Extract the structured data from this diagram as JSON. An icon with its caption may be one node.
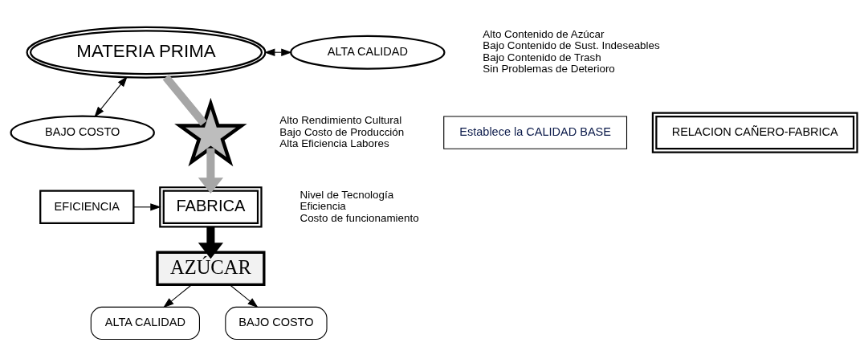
{
  "diagram": {
    "nodes": [
      {
        "text": [
          "MATERIA PRIMA"
        ]
      },
      {
        "text": [
          "ALTA CALIDAD"
        ],
        "beside": [
          "Alto Contenido de Azúcar",
          "Bajo Contenido de Sust. Indeseables",
          "Bajo Contenido de Trash",
          "Sin Problemas de Deterioro"
        ]
      },
      {
        "text": [
          "BAJO COSTO"
        ],
        "beside": [
          "Alto Rendimiento Cultural",
          "Bajo Costo de Producción",
          "Alta Eficiencia Labores"
        ]
      },
      {
        "text": [
          "Establece la CALIDAD BASE"
        ]
      },
      {
        "text": [
          "RELACION CAÑERO-FABRICA"
        ]
      },
      {
        "text": [],
        "shape": "star"
      },
      {
        "text": [
          "FABRICA"
        ]
      },
      {
        "text": [
          "EFICIENCIA"
        ],
        "beside": [
          "Nivel de Tecnología",
          "Eficiencia",
          "Costo de funcionamiento"
        ]
      },
      {
        "text": [
          "AZÚCAR"
        ]
      },
      {
        "text": [
          "ALTA CALIDAD"
        ]
      },
      {
        "text": [
          "BAJO COSTO"
        ]
      }
    ],
    "edges": [
      {
        "from": 0,
        "to": 1,
        "arrow": "both"
      },
      {
        "from": 0,
        "to": 2,
        "arrow": "both"
      },
      {
        "from": 0,
        "to": 5,
        "arrow": "none",
        "style": "thick",
        "color": "#a6a6a6"
      },
      {
        "from": 5,
        "to": 6,
        "arrow": "to",
        "style": "thick",
        "color": "#a6a6a6"
      },
      {
        "from": 7,
        "to": 6,
        "arrow": "to"
      },
      {
        "from": 6,
        "to": 8,
        "arrow": "to",
        "style": "thick"
      },
      {
        "from": 8,
        "to": 9,
        "arrow": "to"
      },
      {
        "from": 8,
        "to": 10,
        "arrow": "to"
      }
    ]
  }
}
